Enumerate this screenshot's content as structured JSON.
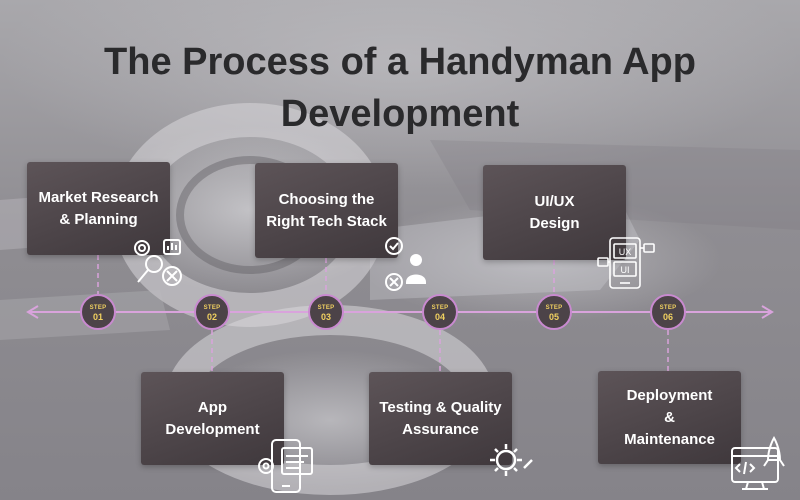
{
  "title": "The Process of a Handyman App Development",
  "steps": [
    {
      "label": "STEP",
      "number": "01",
      "box_text": "Market Research & Planning",
      "icon": "research-analytics-icon"
    },
    {
      "label": "STEP",
      "number": "02",
      "box_text": "App Development",
      "icon": "app-development-icon"
    },
    {
      "label": "STEP",
      "number": "03",
      "box_text": "Choosing the Right Tech Stack",
      "icon": "tech-choice-icon"
    },
    {
      "label": "STEP",
      "number": "04",
      "box_text": "Testing & Quality Assurance",
      "icon": "testing-gear-icon"
    },
    {
      "label": "STEP",
      "number": "05",
      "box_text": "UI/UX Design",
      "icon": "ui-ux-icon"
    },
    {
      "label": "STEP",
      "number": "06",
      "box_text": "Deployment & Maintenance",
      "icon": "deployment-rocket-icon"
    }
  ],
  "icon_text": {
    "ux": "UX",
    "ui": "UI"
  },
  "colors": {
    "box": "#4a4246",
    "timeline": "#d9a3dc",
    "step_text": "#f0d060",
    "title": "#2a2a2c"
  }
}
